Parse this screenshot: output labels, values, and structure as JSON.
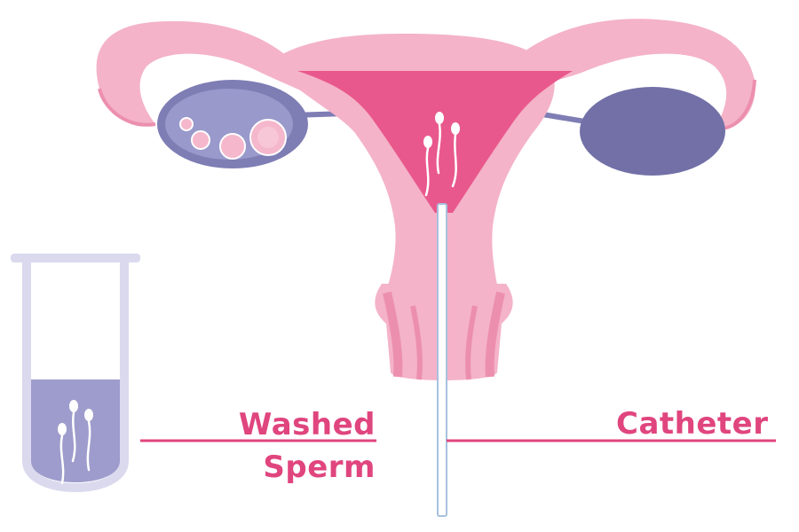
{
  "labels": {
    "washed_line1": "Washed",
    "washed_line2": "Sperm",
    "catheter": "Catheter"
  },
  "colors": {
    "uterus_pink": "#f4b3c8",
    "uterus_dark": "#ec8fae",
    "cavity": "#e9588c",
    "ovary": "#7e7db4",
    "ovary_light": "#9a99cb",
    "follicle": "#f5b7cc",
    "label": "#e0457e",
    "tube_outline": "#dad9ee",
    "liquid": "#9d9ccc",
    "catheter": "#a8c1dd"
  },
  "icons": [
    "uterus-illustration",
    "ovary-left-icon",
    "ovary-right-icon",
    "test-tube-icon",
    "sperm-icon",
    "catheter-icon"
  ]
}
